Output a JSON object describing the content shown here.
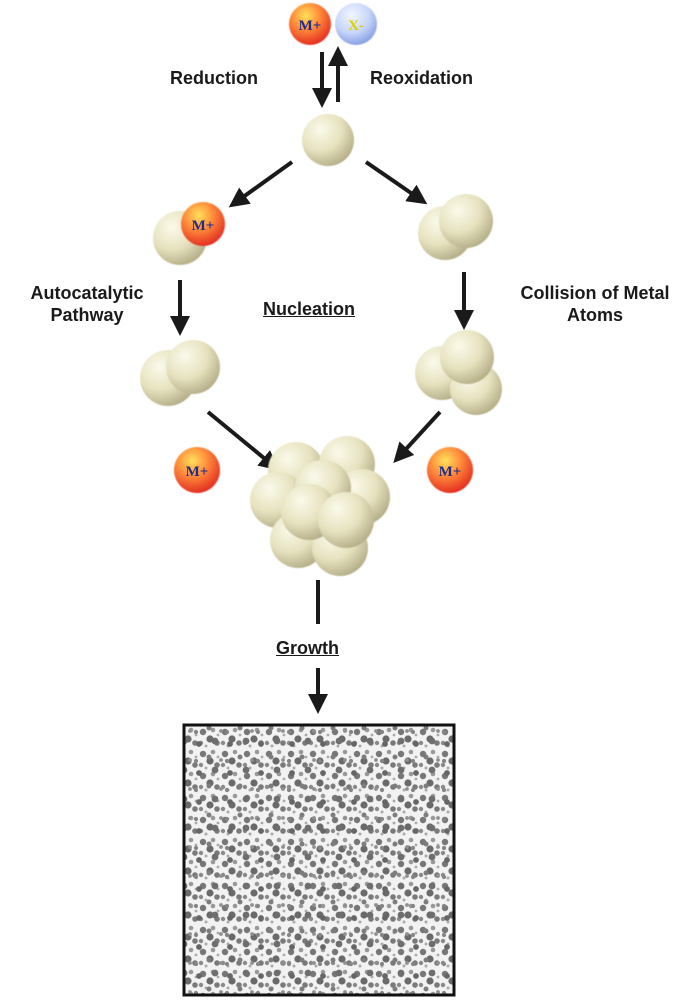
{
  "labels": {
    "reduction": "Reduction",
    "reoxidation": "Reoxidation",
    "autocatalytic_line1": "Autocatalytic",
    "autocatalytic_line2": "Pathway",
    "nucleation": "Nucleation",
    "collision_line1": "Collision of Metal",
    "collision_line2": "Atoms",
    "growth": "Growth"
  },
  "ions": {
    "metal": "M+",
    "anion": "X-"
  },
  "colors": {
    "atom_light": "#f4f2d6",
    "atom_dark": "#b9b38c",
    "metal_ion_light": "#ffd24a",
    "metal_ion_dark": "#e8322a",
    "anion_light": "#dfe9ff",
    "anion_dark": "#8fa8e8",
    "metal_ion_text": "#1f2a8a",
    "anion_text": "#d8d000",
    "arrow": "#1a1a1a"
  }
}
